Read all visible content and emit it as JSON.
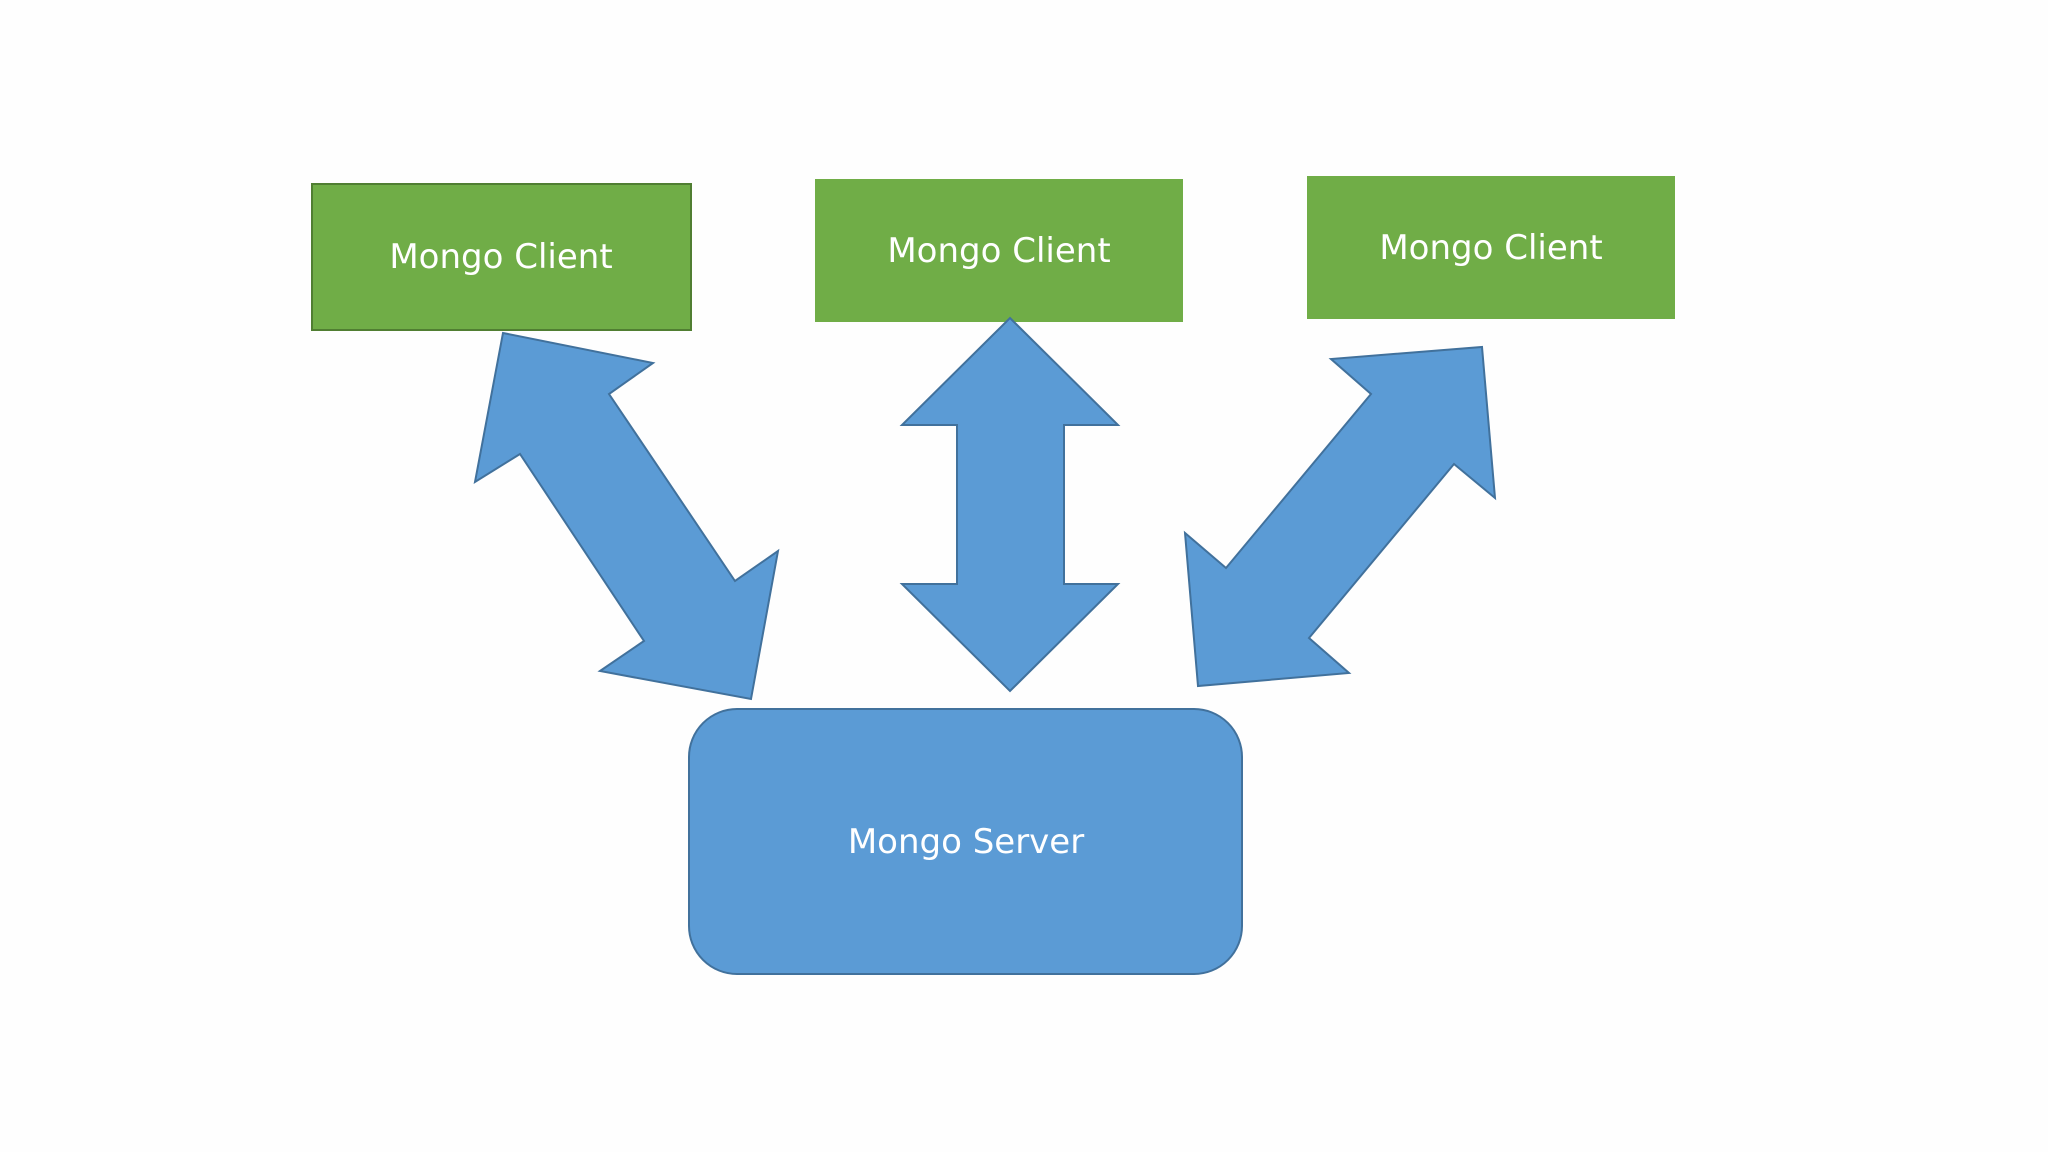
{
  "colors": {
    "background": "#fefefe",
    "client_fill": "#70ad47",
    "client_border": "#507e32",
    "server_fill": "#5b9bd5",
    "server_border": "#41719c",
    "arrow_fill": "#5b9bd5",
    "arrow_border": "#41719c",
    "label_text": "#ffffff"
  },
  "clients": [
    {
      "label": "Mongo Client"
    },
    {
      "label": "Mongo Client"
    },
    {
      "label": "Mongo Client"
    }
  ],
  "server": {
    "label": "Mongo Server"
  },
  "connections": [
    {
      "from": "Mongo Client",
      "to": "Mongo Server",
      "direction": "bidirectional"
    },
    {
      "from": "Mongo Client",
      "to": "Mongo Server",
      "direction": "bidirectional"
    },
    {
      "from": "Mongo Client",
      "to": "Mongo Server",
      "direction": "bidirectional"
    }
  ]
}
